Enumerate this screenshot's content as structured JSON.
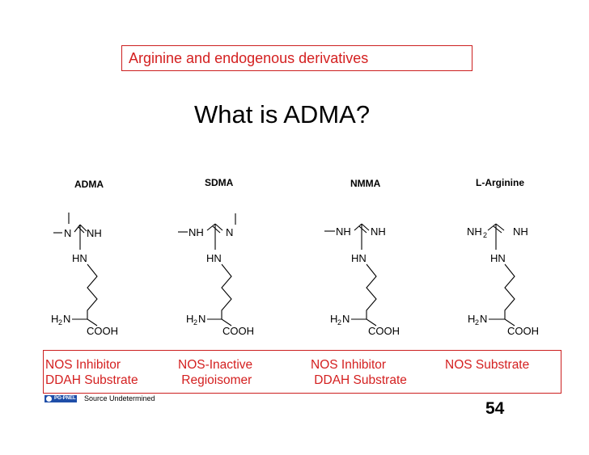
{
  "header": {
    "label": "Arginine and endogenous derivatives"
  },
  "slide": {
    "title": "What is ADMA?"
  },
  "molecules": [
    {
      "name": "ADMA",
      "description_line1": "NOS Inhibitor",
      "description_line2": "DDAH Substrate"
    },
    {
      "name": "SDMA",
      "description_line1": "NOS-Inactive",
      "description_line2": " Regioisomer"
    },
    {
      "name": "NMMA",
      "description_line1": "NOS Inhibitor",
      "description_line2": " DDAH Substrate"
    },
    {
      "name": "L-Arginine",
      "description_line1": "NOS Substrate",
      "description_line2": ""
    }
  ],
  "footer": {
    "logo_text": "PG-PNEL",
    "source": "Source Undetermined",
    "page_number": "54"
  },
  "colors": {
    "accent": "#d42020",
    "border": "#cc1f1f",
    "logo": "#1f4ea8"
  }
}
